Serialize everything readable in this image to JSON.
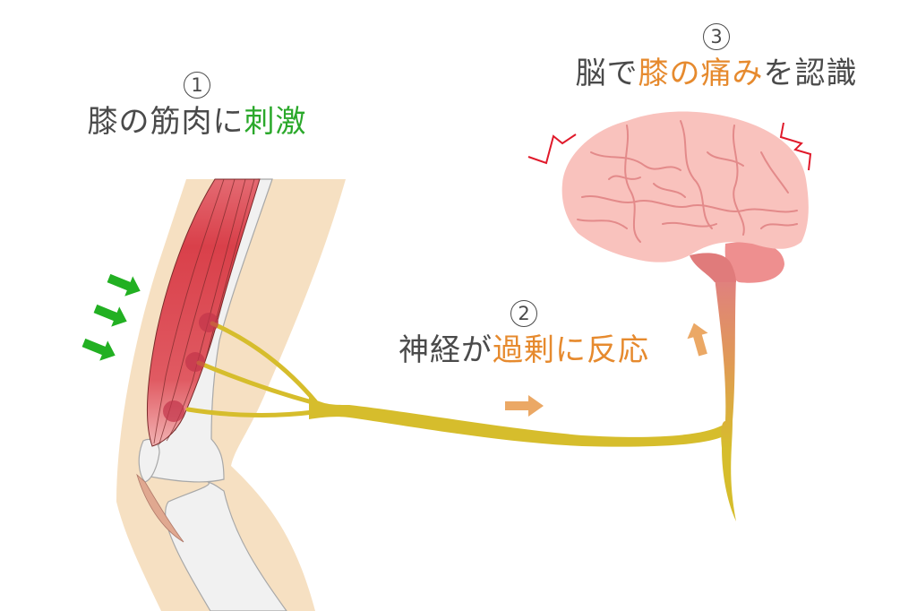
{
  "steps": [
    {
      "number": "1",
      "caption_parts": [
        {
          "text": "膝の筋肉に",
          "highlight": false
        },
        {
          "text": "刺激",
          "highlight": true
        }
      ],
      "highlight_color": "#2aa82a"
    },
    {
      "number": "2",
      "caption_parts": [
        {
          "text": "神経が",
          "highlight": false
        },
        {
          "text": "過剰に反応",
          "highlight": true
        }
      ],
      "highlight_color": "#e68a2e"
    },
    {
      "number": "3",
      "caption_parts": [
        {
          "text": "脳で",
          "highlight": false
        },
        {
          "text": "膝の痛み",
          "highlight": true
        },
        {
          "text": "を認識",
          "highlight": false
        }
      ],
      "highlight_color": "#e68a2e"
    }
  ],
  "colors": {
    "text": "#4a4a4a",
    "skin": "#f6e0c2",
    "bone": "#f1f1f1",
    "muscle": "#d9404a",
    "nerve": "#d6bd2c",
    "brain": "#f9c2bd",
    "brain_sulci": "#e38a8a",
    "cerebellum": "#ee8f8f",
    "stimulus_arrow": "#22b022",
    "signal_arrow": "#eba865",
    "pain_zigzag": "#e0192a",
    "pain_point": "#c2344a"
  },
  "icons": {
    "stimulus": "green-arrow-icon",
    "signal": "orange-arrow-icon",
    "pain": "zigzag-pain-icon"
  }
}
